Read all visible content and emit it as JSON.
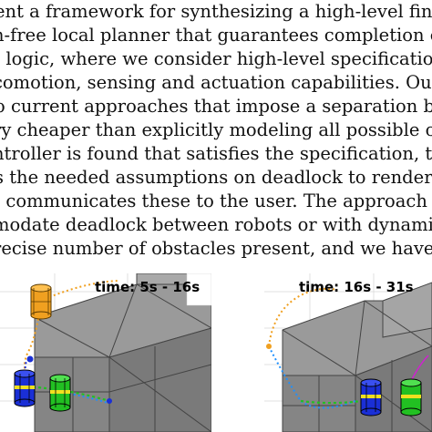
{
  "paragraph": {
    "lines": [
      "ent a framework for synthesizing a high-level finite sta",
      "n-free local planner that guarantees completion of a task sp",
      "l logic, where we consider high-level specifications that are",
      "comotion, sensing and actuation capabilities. Our approach",
      "o current approaches that impose a separation between agent",
      "ry cheaper than explicitly modeling all possible obstacles in t",
      "ntroller is found that satisfies the specification, the approac",
      "s the needed assumptions on deadlock to render the spec",
      "l communicates these to the user. The approach generates",
      "modate deadlock between robots or with dynamic obstacle",
      "recise number of obstacles present, and we have shown th"
    ]
  },
  "figures": {
    "left": {
      "time_label": "time: 5s - 16s"
    },
    "right": {
      "time_label": "time: 16s - 31s"
    }
  },
  "colors": {
    "robot_orange": "#f0a020",
    "robot_blue": "#1a2fd6",
    "robot_green": "#22c022",
    "obstacle_gray": "#8f8f8f",
    "path_blue": "#1e90ff",
    "path_green": "#2a9d2a"
  }
}
